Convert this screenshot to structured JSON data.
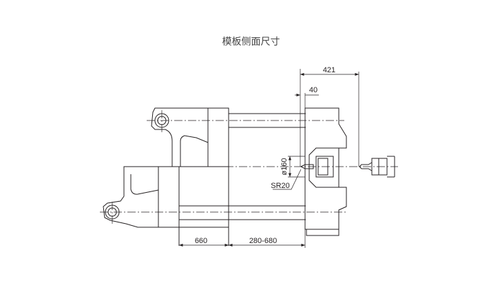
{
  "title": "模板侧面尺寸",
  "dimensions": {
    "d421": "421",
    "d40": "40",
    "d160": "ø160",
    "sr20": "SR20",
    "d660": "660",
    "d280_680": "280-680"
  },
  "colors": {
    "line": "#231f20",
    "title": "#444444"
  }
}
